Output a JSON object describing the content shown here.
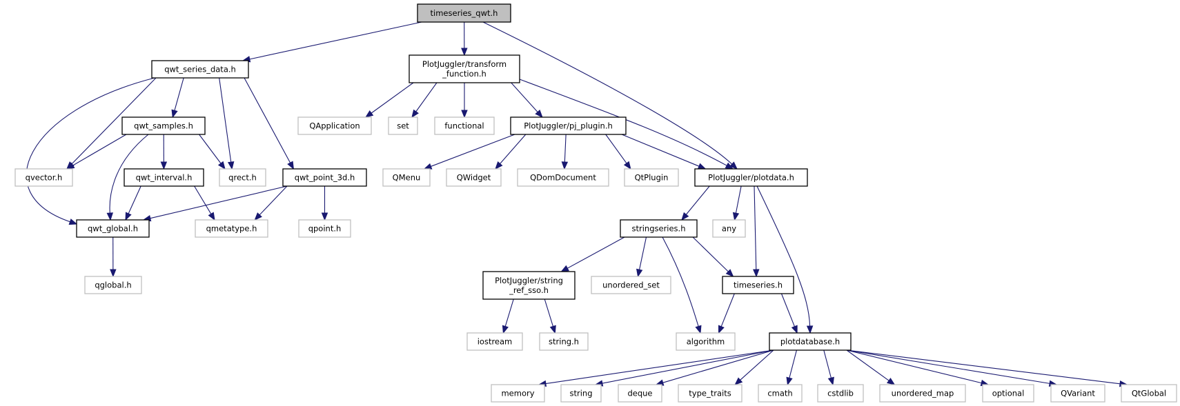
{
  "colors": {
    "edge": "#191970",
    "root_fill": "#bfbfbf",
    "system_border": "#bfbfbf",
    "local_border": "#000000"
  },
  "nodes": [
    {
      "id": "timeseries_qwt",
      "label": [
        "timeseries_qwt.h"
      ],
      "kind": "root"
    },
    {
      "id": "qwt_series_data",
      "label": [
        "qwt_series_data.h"
      ],
      "kind": "local"
    },
    {
      "id": "transform_function",
      "label": [
        "PlotJuggler/transform",
        "_function.h"
      ],
      "kind": "local"
    },
    {
      "id": "qwt_samples",
      "label": [
        "qwt_samples.h"
      ],
      "kind": "local"
    },
    {
      "id": "QApplication",
      "label": [
        "QApplication"
      ],
      "kind": "sys"
    },
    {
      "id": "set",
      "label": [
        "set"
      ],
      "kind": "sys"
    },
    {
      "id": "functional",
      "label": [
        "functional"
      ],
      "kind": "sys"
    },
    {
      "id": "pj_plugin",
      "label": [
        "PlotJuggler/pj_plugin.h"
      ],
      "kind": "local"
    },
    {
      "id": "qvector",
      "label": [
        "qvector.h"
      ],
      "kind": "sys"
    },
    {
      "id": "qwt_interval",
      "label": [
        "qwt_interval.h"
      ],
      "kind": "local"
    },
    {
      "id": "qrect",
      "label": [
        "qrect.h"
      ],
      "kind": "sys"
    },
    {
      "id": "qwt_point_3d",
      "label": [
        "qwt_point_3d.h"
      ],
      "kind": "local"
    },
    {
      "id": "QMenu",
      "label": [
        "QMenu"
      ],
      "kind": "sys"
    },
    {
      "id": "QWidget",
      "label": [
        "QWidget"
      ],
      "kind": "sys"
    },
    {
      "id": "QDomDocument",
      "label": [
        "QDomDocument"
      ],
      "kind": "sys"
    },
    {
      "id": "QtPlugin",
      "label": [
        "QtPlugin"
      ],
      "kind": "sys"
    },
    {
      "id": "plotdata",
      "label": [
        "PlotJuggler/plotdata.h"
      ],
      "kind": "local"
    },
    {
      "id": "qwt_global",
      "label": [
        "qwt_global.h"
      ],
      "kind": "local"
    },
    {
      "id": "qmetatype",
      "label": [
        "qmetatype.h"
      ],
      "kind": "sys"
    },
    {
      "id": "qpoint",
      "label": [
        "qpoint.h"
      ],
      "kind": "sys"
    },
    {
      "id": "stringseries",
      "label": [
        "stringseries.h"
      ],
      "kind": "local"
    },
    {
      "id": "any",
      "label": [
        "any"
      ],
      "kind": "sys"
    },
    {
      "id": "qglobal",
      "label": [
        "qglobal.h"
      ],
      "kind": "sys"
    },
    {
      "id": "string_ref_sso",
      "label": [
        "PlotJuggler/string",
        "_ref_sso.h"
      ],
      "kind": "local"
    },
    {
      "id": "unordered_set",
      "label": [
        "unordered_set"
      ],
      "kind": "sys"
    },
    {
      "id": "timeseries",
      "label": [
        "timeseries.h"
      ],
      "kind": "local"
    },
    {
      "id": "iostream",
      "label": [
        "iostream"
      ],
      "kind": "sys"
    },
    {
      "id": "string_h",
      "label": [
        "string.h"
      ],
      "kind": "sys"
    },
    {
      "id": "algorithm",
      "label": [
        "algorithm"
      ],
      "kind": "sys"
    },
    {
      "id": "plotdatabase",
      "label": [
        "plotdatabase.h"
      ],
      "kind": "local"
    },
    {
      "id": "memory",
      "label": [
        "memory"
      ],
      "kind": "sys"
    },
    {
      "id": "string",
      "label": [
        "string"
      ],
      "kind": "sys"
    },
    {
      "id": "deque",
      "label": [
        "deque"
      ],
      "kind": "sys"
    },
    {
      "id": "type_traits",
      "label": [
        "type_traits"
      ],
      "kind": "sys"
    },
    {
      "id": "cmath",
      "label": [
        "cmath"
      ],
      "kind": "sys"
    },
    {
      "id": "cstdlib",
      "label": [
        "cstdlib"
      ],
      "kind": "sys"
    },
    {
      "id": "unordered_map",
      "label": [
        "unordered_map"
      ],
      "kind": "sys"
    },
    {
      "id": "optional",
      "label": [
        "optional"
      ],
      "kind": "sys"
    },
    {
      "id": "QVariant",
      "label": [
        "QVariant"
      ],
      "kind": "sys"
    },
    {
      "id": "QtGlobal",
      "label": [
        "QtGlobal"
      ],
      "kind": "sys"
    }
  ],
  "edges": [
    [
      "timeseries_qwt",
      "qwt_series_data"
    ],
    [
      "timeseries_qwt",
      "transform_function"
    ],
    [
      "timeseries_qwt",
      "plotdata"
    ],
    [
      "qwt_series_data",
      "qvector"
    ],
    [
      "qwt_series_data",
      "qwt_samples"
    ],
    [
      "qwt_series_data",
      "qrect"
    ],
    [
      "qwt_series_data",
      "qwt_point_3d"
    ],
    [
      "qwt_series_data",
      "qwt_global"
    ],
    [
      "qwt_samples",
      "qvector"
    ],
    [
      "qwt_samples",
      "qwt_interval"
    ],
    [
      "qwt_samples",
      "qrect"
    ],
    [
      "qwt_samples",
      "qwt_global"
    ],
    [
      "qwt_interval",
      "qwt_global"
    ],
    [
      "qwt_interval",
      "qmetatype"
    ],
    [
      "qwt_point_3d",
      "qwt_global"
    ],
    [
      "qwt_point_3d",
      "qmetatype"
    ],
    [
      "qwt_point_3d",
      "qpoint"
    ],
    [
      "qwt_global",
      "qglobal"
    ],
    [
      "transform_function",
      "QApplication"
    ],
    [
      "transform_function",
      "set"
    ],
    [
      "transform_function",
      "functional"
    ],
    [
      "transform_function",
      "pj_plugin"
    ],
    [
      "transform_function",
      "plotdata"
    ],
    [
      "pj_plugin",
      "QMenu"
    ],
    [
      "pj_plugin",
      "QWidget"
    ],
    [
      "pj_plugin",
      "QDomDocument"
    ],
    [
      "pj_plugin",
      "QtPlugin"
    ],
    [
      "pj_plugin",
      "plotdata"
    ],
    [
      "plotdata",
      "stringseries"
    ],
    [
      "plotdata",
      "any"
    ],
    [
      "plotdata",
      "timeseries"
    ],
    [
      "plotdata",
      "plotdatabase"
    ],
    [
      "stringseries",
      "string_ref_sso"
    ],
    [
      "stringseries",
      "unordered_set"
    ],
    [
      "stringseries",
      "algorithm"
    ],
    [
      "stringseries",
      "timeseries"
    ],
    [
      "string_ref_sso",
      "iostream"
    ],
    [
      "string_ref_sso",
      "string_h"
    ],
    [
      "timeseries",
      "algorithm"
    ],
    [
      "timeseries",
      "plotdatabase"
    ],
    [
      "plotdatabase",
      "memory"
    ],
    [
      "plotdatabase",
      "string"
    ],
    [
      "plotdatabase",
      "deque"
    ],
    [
      "plotdatabase",
      "type_traits"
    ],
    [
      "plotdatabase",
      "cmath"
    ],
    [
      "plotdatabase",
      "cstdlib"
    ],
    [
      "plotdatabase",
      "unordered_map"
    ],
    [
      "plotdatabase",
      "optional"
    ],
    [
      "plotdatabase",
      "QVariant"
    ],
    [
      "plotdatabase",
      "QtGlobal"
    ]
  ]
}
